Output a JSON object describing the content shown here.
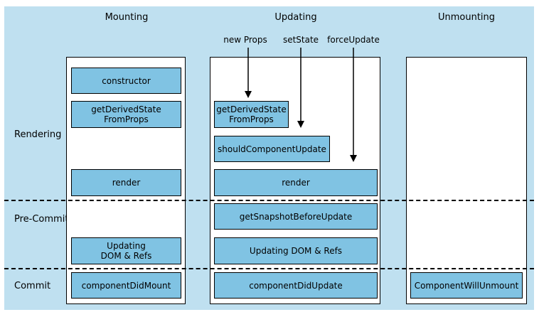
{
  "columns": {
    "mounting": "Mounting",
    "updating": "Updating",
    "unmounting": "Unmounting"
  },
  "phases": {
    "rendering": "Rendering",
    "precommit": "Pre-Commit",
    "commit": "Commit"
  },
  "triggers": {
    "new_props": "new Props",
    "set_state": "setState",
    "force_update": "forceUpdate"
  },
  "mounting": {
    "constructor": "constructor",
    "get_derived_state": "getDerivedState\nFromProps",
    "render": "render",
    "updating_dom": "Updating\nDOM & Refs",
    "component_did_mount": "componentDidMount"
  },
  "updating": {
    "get_derived_state": "getDerivedState\nFromProps",
    "should_component_update": "shouldComponentUpdate",
    "render": "render",
    "get_snapshot": "getSnapshotBeforeUpdate",
    "updating_dom": "Updating DOM & Refs",
    "component_did_update": "componentDidUpdate"
  },
  "unmounting": {
    "component_will_unmount": "ComponentWillUnmount"
  },
  "colors": {
    "background": "#bfe0f0",
    "box": "#80c3e3",
    "panel": "#ffffff"
  }
}
